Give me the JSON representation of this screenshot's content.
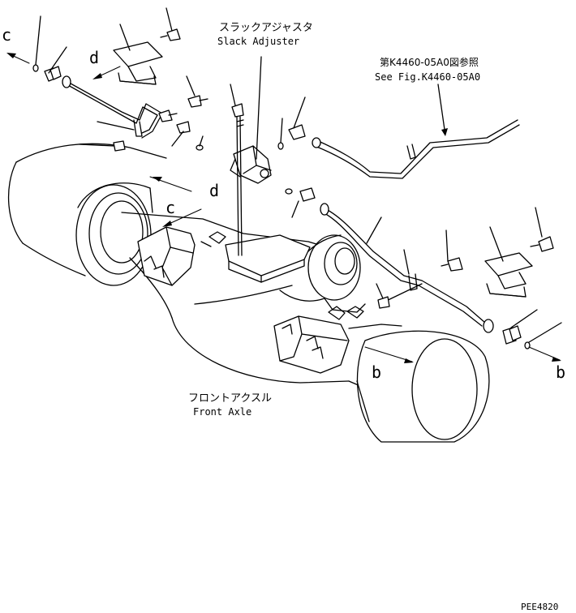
{
  "slack_adjuster": {
    "jp": "スラックアジャスタ",
    "en": "Slack Adjuster"
  },
  "see_fig": {
    "jp": "第K4460-05A0図参照",
    "en": "See Fig.K4460-05A0"
  },
  "front_axle": {
    "jp": "フロントアクスル",
    "en": "Front Axle"
  },
  "letters": {
    "c": "c",
    "d": "d",
    "b": "b"
  },
  "drawing_code": "PEE4820"
}
